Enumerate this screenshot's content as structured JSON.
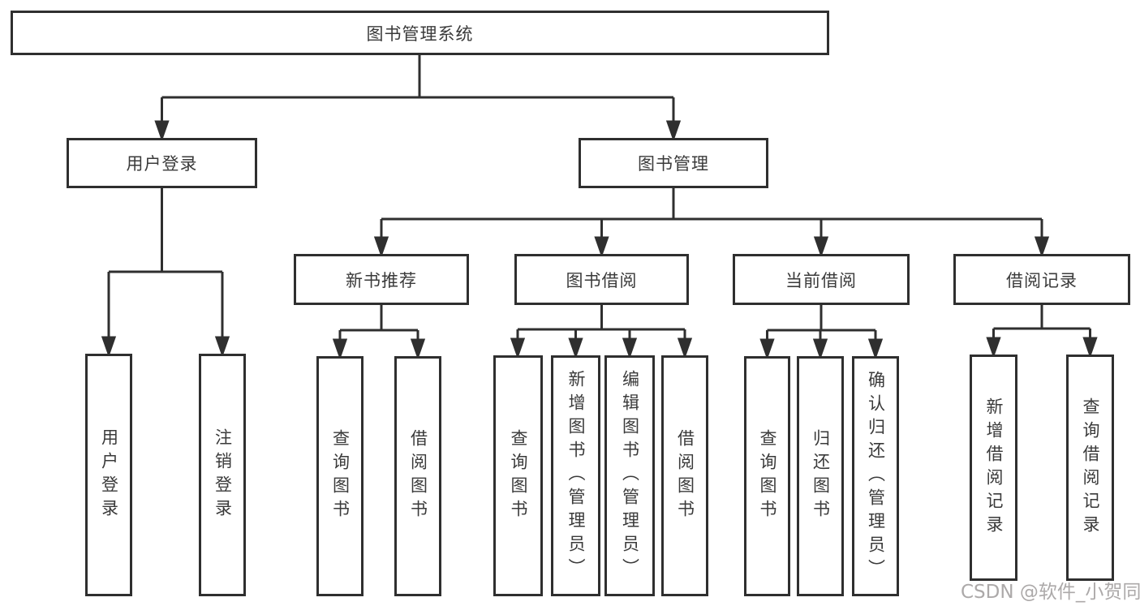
{
  "tree": {
    "label": "图书管理系统",
    "children": [
      {
        "label": "用户登录",
        "children": [
          {
            "label": "用户登录"
          },
          {
            "label": "注销登录"
          }
        ]
      },
      {
        "label": "图书管理",
        "children": [
          {
            "label": "新书推荐",
            "children": [
              {
                "label": "查询图书"
              },
              {
                "label": "借阅图书"
              }
            ]
          },
          {
            "label": "图书借阅",
            "children": [
              {
                "label": "查询图书"
              },
              {
                "label": "新增图书（管理员）"
              },
              {
                "label": "编辑图书（管理员）"
              },
              {
                "label": "借阅图书"
              }
            ]
          },
          {
            "label": "当前借阅",
            "children": [
              {
                "label": "查询图书"
              },
              {
                "label": "归还图书"
              },
              {
                "label": "确认归还（管理员）"
              }
            ]
          },
          {
            "label": "借阅记录",
            "children": [
              {
                "label": "新增借阅记录"
              },
              {
                "label": "查询借阅记录"
              }
            ]
          }
        ]
      }
    ]
  },
  "watermark": {
    "text": "CSDN @软件_小贺同学"
  },
  "colors": {
    "line": "#2f2f2f",
    "text": "#3a3a3a",
    "watermark": "#a8a4a4"
  }
}
